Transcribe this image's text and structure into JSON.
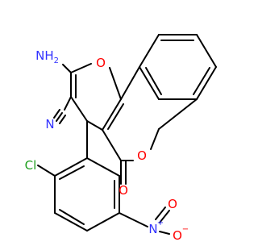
{
  "structure": {
    "labels": {
      "nh2": "NH2",
      "ring_o_top": "O",
      "ring_o_right": "O",
      "carbonyl_o": "O",
      "nitrile_n": "N",
      "chloro": "Cl",
      "nitro_n": "N",
      "nitro_n_charge": "+",
      "nitro_o_double": "O",
      "nitro_o_single": "O",
      "nitro_o_charge": "−"
    },
    "colors": {
      "bond": "#000000",
      "nitrogen": "#3333ff",
      "oxygen": "#ff0000",
      "chlorine": "#1fa01f"
    }
  }
}
